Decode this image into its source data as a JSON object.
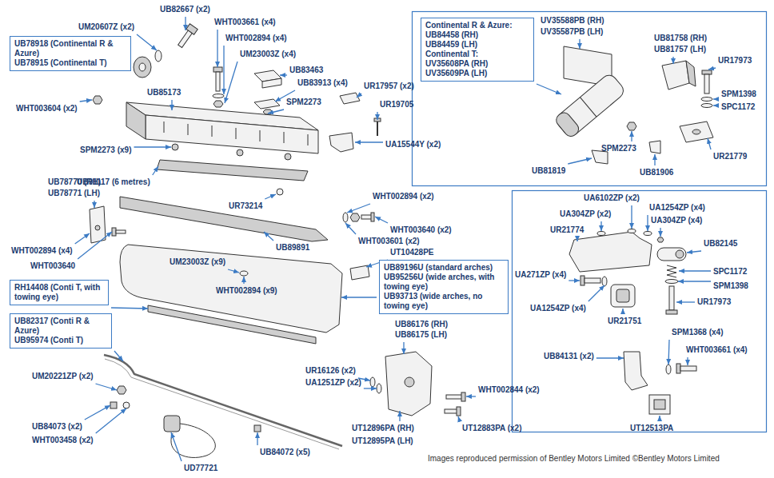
{
  "diagram": {
    "caption": "Images reproduced permission of Bentley Motors Limited ©Bentley Motors Limited",
    "nodes": [
      {
        "text": [
          "UB78918 (Continental R & Azure)",
          "UB78915 (Continental T)"
        ]
      },
      {
        "text": [
          "Continental R & Azure:",
          "UB84458 (RH)",
          "UB84459 (LH)",
          "Continental T:",
          "UV35608PA (RH)",
          "UV35609PA (LH)"
        ]
      },
      {
        "text": [
          "RH14408 (Conti T, with towing eye)"
        ]
      },
      {
        "text": [
          "UB82317 (Conti R & Azure)",
          "UB95974 (Conti T)"
        ]
      },
      {
        "text": [
          "UB89196U (standard arches)",
          "UB95256U (wide arches, with towing eye)",
          "UB93713 (wide arches, no towing eye)"
        ]
      }
    ],
    "labels": [
      "UB82667 (x2)",
      "UM20607Z (x2)",
      "WHT003661 (x4)",
      "WHT002894 (x4)",
      "UM23003Z (x4)",
      "UB83463",
      "WHT003604 (x2)",
      "UB83913 (x4)",
      "UR17957 (x2)",
      "SPM2273",
      "UR19705",
      "UB85173",
      "UA15544Y (x2)",
      "SPM2273 (x9)",
      "UB91117 (6 metres)",
      "UR73214",
      "UV35588PB (RH)",
      "UV35587PB (LH)",
      "UB81758 (RH)",
      "UB81757 (LH)",
      "UR17973",
      "SPM1398",
      "SPC1172",
      "UR21779",
      "SPM2273",
      "UB81819",
      "UB81906",
      "UB78770 (RH)",
      "UB78771 (LH)",
      "WHT002894 (x2)",
      "WHT003640 (x2)",
      "WHT003601 (x2)",
      "WHT002894 (x4)",
      "WHT003640",
      "UM23003Z (x9)",
      "UB89891",
      "UT10428PE",
      "WHT002894 (x9)",
      "UB86176 (RH)",
      "UB86175 (LH)",
      "UR16126 (x2)",
      "UA1251ZP (x2)",
      "UM20221ZP (x2)",
      "WHT002844 (x2)",
      "UB84073 (x2)",
      "WHT003458 (x2)",
      "UT12896PA (RH)",
      "UT12895PA (LH)",
      "UT12883PA (x2)",
      "UB84072 (x5)",
      "UD77721",
      "UA6102ZP (x2)",
      "UA304ZP (x2)",
      "UA1254ZP (x4)",
      "UA304ZP (x4)",
      "UR21774",
      "UB82145",
      "UA271ZP (x4)",
      "SPC1172",
      "SPM1398",
      "UA1254ZP (x4)",
      "UR17973",
      "UR21751",
      "SPM1368 (x4)",
      "UB84131 (x2)",
      "WHT003661 (x4)",
      "UT12513PA"
    ]
  }
}
